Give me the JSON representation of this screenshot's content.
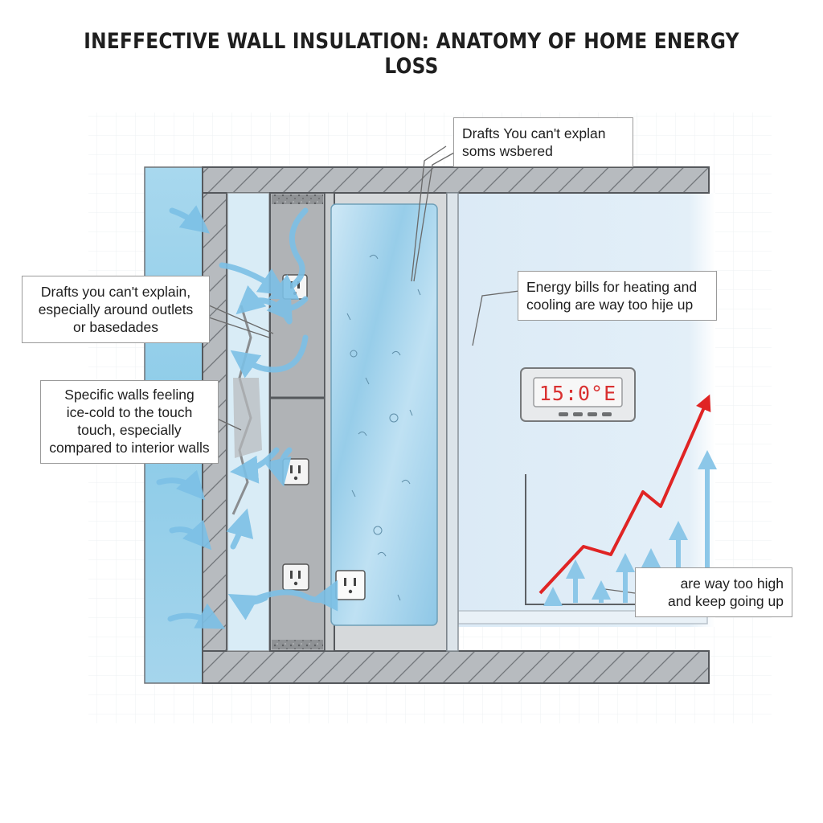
{
  "title": "INEFFECTIVE WALL INSULATION: ANATOMY OF HOME ENERGY LOSS",
  "callouts": {
    "top_drafts": {
      "line1": "Drafts You can't explan",
      "line2": "soms wsbered"
    },
    "left_drafts": {
      "line1": "Drafts you can't explain,",
      "line2": "especially around outlets",
      "line3": "or basedades"
    },
    "cold_walls": {
      "line1": "Specific walls feeling",
      "line2": "ice-cold to the touch",
      "line3": "touch, especially",
      "line4": "compared to interior walls"
    },
    "energy_bills": {
      "line1": "Energy bills for heating and",
      "line2": "cooling are way too hije up"
    },
    "bills_rising": {
      "line1": "are way too high",
      "line2": "and keep going up"
    }
  },
  "thermostat": {
    "reading": "15:0°E"
  },
  "colors": {
    "draft_arrow": "#7cc0e6",
    "insulation": "#a9d7ef",
    "wall_hatch": "#6e7277",
    "trend_line": "#e02424",
    "bill_arrows": "#8cc7e8",
    "thermostat_digits": "#d93030"
  },
  "icons": [
    "draft-arrow-icon",
    "outlet-icon",
    "thermostat-icon",
    "trend-arrow-icon"
  ]
}
